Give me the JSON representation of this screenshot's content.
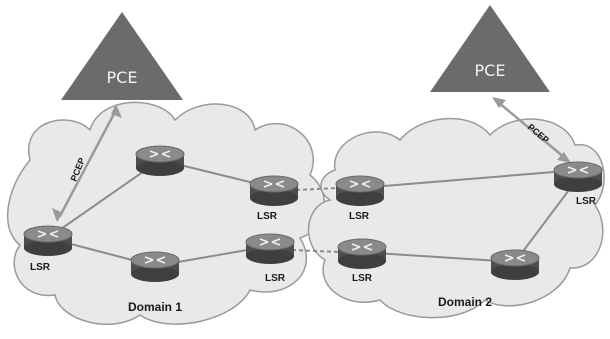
{
  "domains": [
    {
      "label": "Domain 1",
      "pce_label": "PCE",
      "pcep_label": "PCEP"
    },
    {
      "label": "Domain 2",
      "pce_label": "PCE",
      "pcep_label": "PCEP"
    }
  ],
  "lsr_labels": [
    "LSR",
    "LSR",
    "LSR",
    "LSR",
    "LSR",
    "LSR"
  ],
  "colors": {
    "cloud_fill": "#e9e9e9",
    "cloud_stroke": "#9a9a9a",
    "pce_fill": "#6b6b6b",
    "router_body": "#5a5a5a",
    "router_top": "#8a8a8a",
    "link": "#8c8c8c",
    "interdomain_link": "#8c8c8c"
  }
}
